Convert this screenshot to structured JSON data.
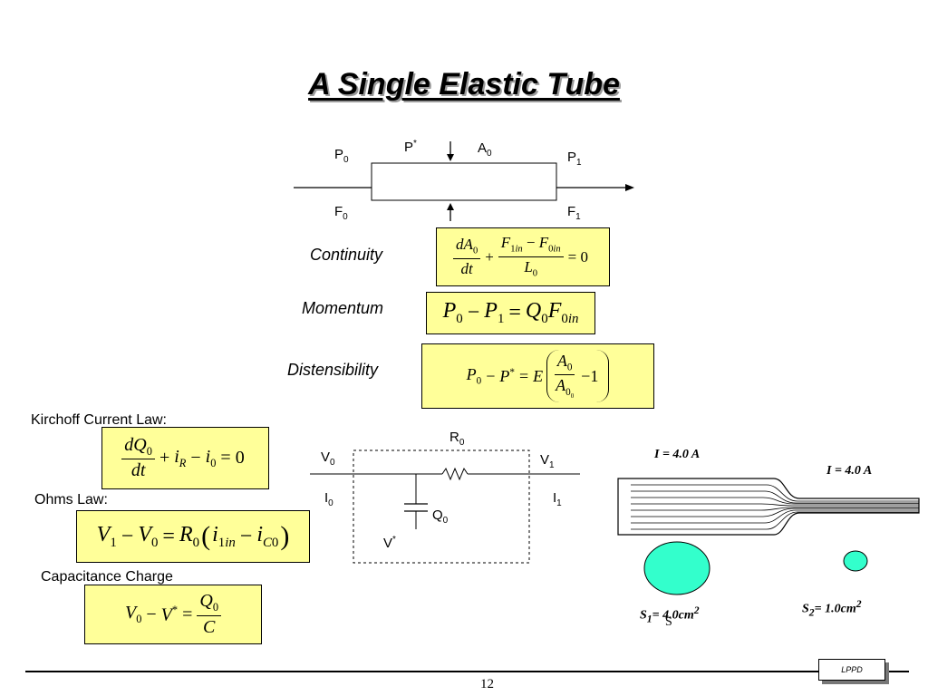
{
  "title": "A Single Elastic Tube",
  "tube_diagram": {
    "p0": "P",
    "p0_sub": "0",
    "pstar": "P",
    "pstar_sup": "*",
    "a0": "A",
    "a0_sub": "0",
    "p1": "P",
    "p1_sub": "1",
    "f0": "F",
    "f0_sub": "0",
    "f1": "F",
    "f1_sub": "1"
  },
  "equations": {
    "continuity_label": "Continuity",
    "momentum_label": "Momentum",
    "distensibility_label": "Distensibility"
  },
  "circuit_laws": {
    "kirchoff_label": "Kirchoff Current Law:",
    "ohms_label": "Ohms Law:",
    "capacitance_label": "Capacitance Charge"
  },
  "circuit": {
    "r0": "R",
    "r0_sub": "0",
    "v0": "V",
    "v0_sub": "0",
    "v1": "V",
    "v1_sub": "1",
    "i0": "I",
    "i0_sub": "0",
    "i1": "I",
    "i1_sub": "1",
    "q0": "Q",
    "q0_sub": "0",
    "vstar": "V",
    "vstar_sup": "*"
  },
  "tube_figure": {
    "current_left": "I = 4.0 A",
    "current_right": "I = 4.0 A",
    "s1_label": "S",
    "s1_sub": "1",
    "s1_value": "= 4.0cm",
    "s1_exp": "2",
    "s2_label": "S",
    "s2_sub": "2",
    "s2_value": "= 1.0cm",
    "s2_exp": "2",
    "stray_s": "S",
    "colors": {
      "circle_fill": "#33ffcc",
      "yellow_box": "#ffff99"
    }
  },
  "footer": {
    "page_number": "12",
    "logo_text": "LPPD"
  }
}
